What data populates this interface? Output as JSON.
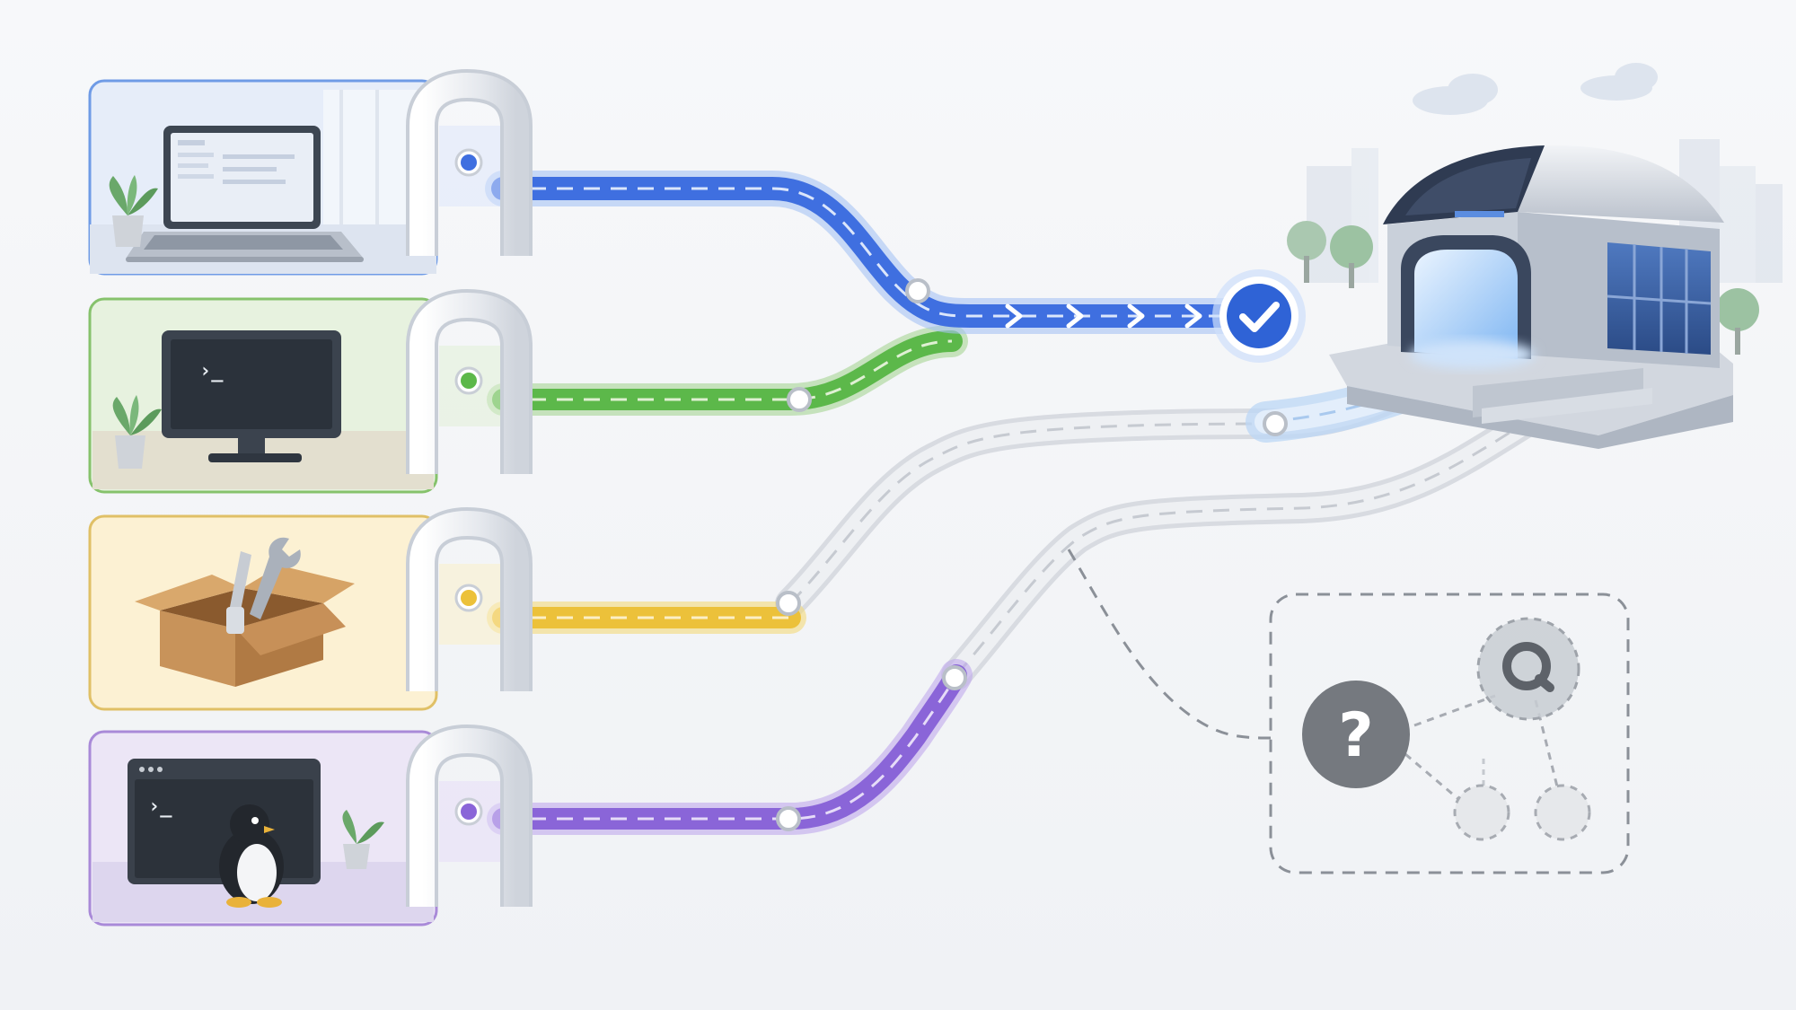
{
  "diagram": {
    "sources": [
      {
        "id": "laptop",
        "icon": "laptop-icon",
        "accent": "#3f6fe0",
        "panel_bg": "#e6edf9",
        "panel_border": "#6f9be6",
        "status": "connected"
      },
      {
        "id": "desktop-terminal",
        "icon": "desktop-terminal-icon",
        "accent": "#5cb84a",
        "panel_bg": "#e7f2df",
        "panel_border": "#86c26c",
        "status": "connected"
      },
      {
        "id": "toolbox",
        "icon": "toolbox-icon",
        "accent": "#ecc13a",
        "panel_bg": "#fcf1d3",
        "panel_border": "#e0c066",
        "status": "connected"
      },
      {
        "id": "linux-terminal",
        "icon": "linux-terminal-icon",
        "accent": "#8a65d8",
        "panel_bg": "#ece6f6",
        "panel_border": "#a98ad8",
        "status": "connected"
      }
    ],
    "terminal_prompts": [
      "›_",
      "›_"
    ],
    "destination": {
      "icon": "station-building-icon",
      "status_icon": "check-circle-icon",
      "accent": "#2f63d6"
    },
    "unknown_node": {
      "icon": "question-icon",
      "symbol": "?",
      "search_icon": "search-icon"
    },
    "colors": {
      "background": "#f4f5f8",
      "idle_track": "#d8dbe1",
      "gate": "#eef0f3"
    }
  }
}
